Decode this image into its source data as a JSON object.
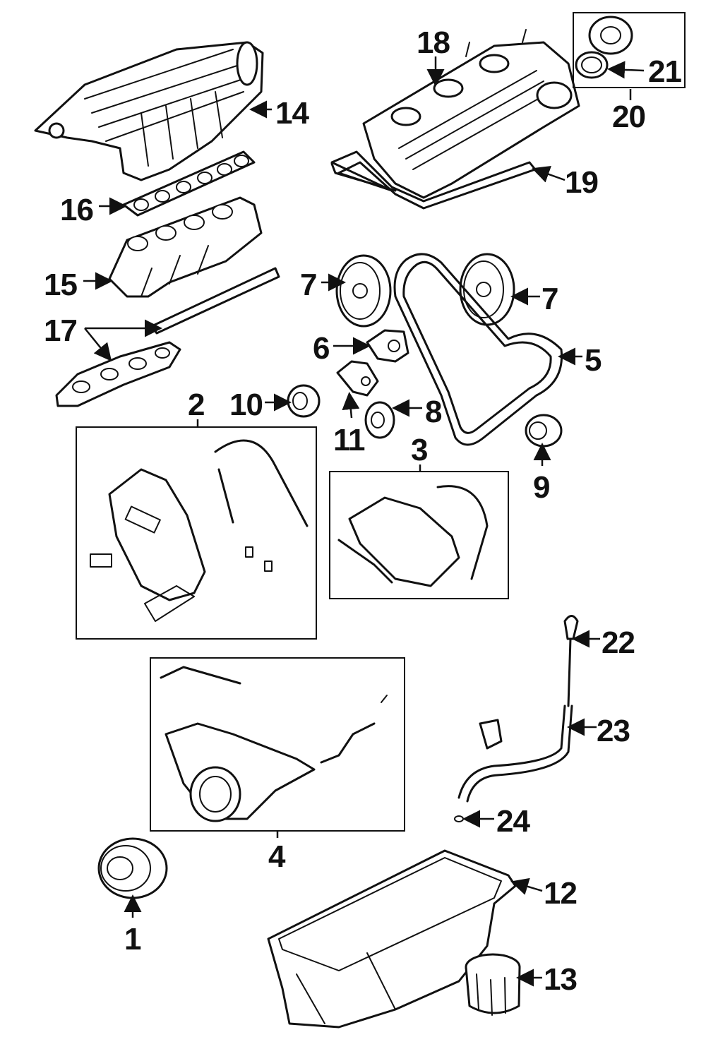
{
  "callouts": {
    "c1": "1",
    "c2": "2",
    "c3": "3",
    "c4": "4",
    "c5": "5",
    "c6": "6",
    "c7a": "7",
    "c7b": "7",
    "c8": "8",
    "c9": "9",
    "c10": "10",
    "c11": "11",
    "c12": "12",
    "c13": "13",
    "c14": "14",
    "c15": "15",
    "c16": "16",
    "c17": "17",
    "c18": "18",
    "c19": "19",
    "c20": "20",
    "c21": "21",
    "c22": "22",
    "c23": "23",
    "c24": "24"
  },
  "colors": {
    "ink": "#111111",
    "background": "#ffffff"
  }
}
